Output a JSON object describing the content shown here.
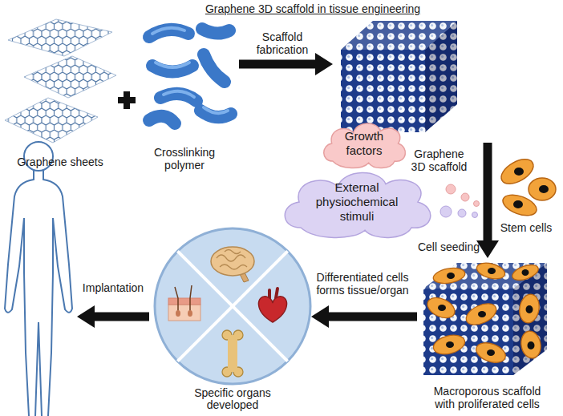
{
  "diagram": {
    "title": "Graphene 3D scaffold in tissue engineering",
    "nodes": [
      {
        "text": [
          "Graphene sheets"
        ]
      },
      {
        "text": [
          "Crosslinking polymer"
        ]
      },
      {
        "text": [
          "Graphene 3D scaffold"
        ]
      },
      {
        "text": [
          "Growth factors"
        ]
      },
      {
        "text": [
          "External physiochemical stimuli"
        ]
      },
      {
        "text": [
          "Stem cells"
        ]
      },
      {
        "text": [
          "Macroporous scaffold with proliferated cells"
        ]
      },
      {
        "text": [
          "Specific organs developed"
        ]
      }
    ],
    "edges": [
      {
        "from": 1,
        "to": 2,
        "arrow": "to",
        "label": "Scaffold fabrication"
      },
      {
        "from": 2,
        "to": 6,
        "arrow": "to",
        "label": "Cell seeding"
      },
      {
        "from": 6,
        "to": 7,
        "arrow": "to",
        "label": "Differentiated cells forms tissue/organ"
      }
    ],
    "labels": [
      "Implantation"
    ]
  }
}
